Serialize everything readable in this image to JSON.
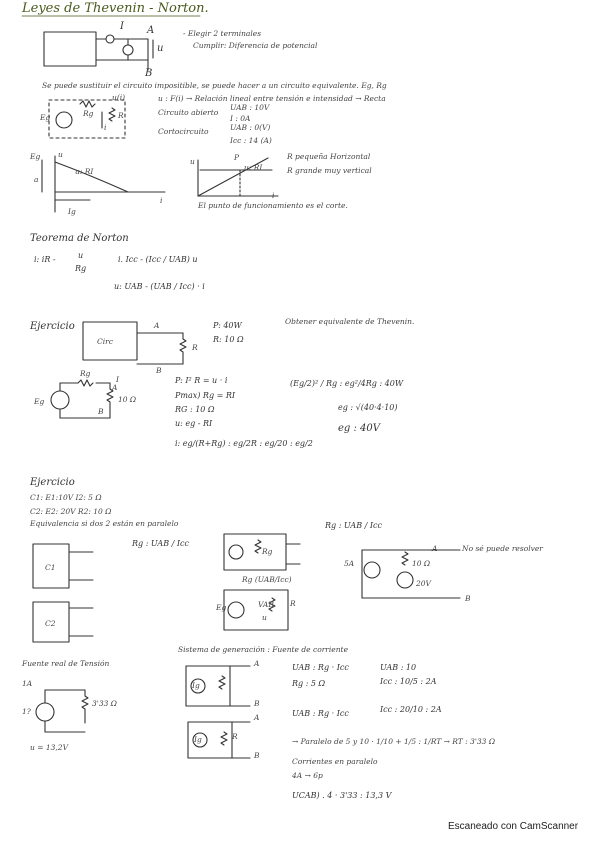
{
  "title": "Leyes de Thevenin - Norton.",
  "section1": {
    "top_fig_labels": [
      "I",
      "A",
      "u",
      "B"
    ],
    "top_notes": [
      "- Elegir 2 terminales",
      "Cumplir: Diferencia de potencial"
    ],
    "sub_text": "Se puede sustituir el circuito impositible, se puede hacer a un circuito equivalente. Eg, Rg",
    "fig2_labels": [
      "u(i)",
      "Rg",
      "Eg",
      "R",
      "i"
    ],
    "u_def": "u : F(i) → Relación lineal entre tensión e intensidad → Recta",
    "circuito_abierto": "Circuito abierto",
    "ca_vals": [
      "UAB : 10V",
      "I : 0A"
    ],
    "cortocircuito": "Cortocircuito",
    "cc_vals": [
      "UAB : 0(V)",
      "Icc : 14 (A)"
    ],
    "graph1_labels": [
      "Eg",
      "u",
      "a",
      "u: RI",
      "Ig",
      "i"
    ],
    "graph2_labels": [
      "u",
      "P",
      "u: RI",
      "i"
    ],
    "r_notes": [
      "R pequeña Horizontal",
      "R grande muy vertical"
    ],
    "punto_func": "El punto de funcionamiento es el corte."
  },
  "norton": {
    "heading": "Teorema de Norton",
    "eq1_left": "i: iR -",
    "eq1_frac": [
      "u",
      "Rg"
    ],
    "eq1_right": "i. Icc - (Icc / UAB) u",
    "eq2": "u: UAB - (UAB / Icc) · i"
  },
  "ejercicio1": {
    "heading": "Ejercicio",
    "block_label": "Circ",
    "terms": [
      "A",
      "B",
      "R"
    ],
    "givens": [
      "P: 40W",
      "R: 10 Ω"
    ],
    "task": "Obtener equivalente de Thevenin.",
    "circ2_labels": [
      "Rg",
      "I",
      "Eg",
      "A",
      "B",
      "10 Ω"
    ],
    "eqs": [
      "P: I² R = u · i",
      "Pmax) Rg = RI",
      "RG : 10 Ω",
      "u: eg - RI",
      "i: eg/(R+Rg) : eg/2R : eg/20 : eg/2"
    ],
    "right_eqs": [
      "(Eg/2)² / Rg : eg²/4Rg : 40W",
      "eg : √(40·4·10)",
      "eg : 40V"
    ]
  },
  "ejercicio2": {
    "heading": "Ejercicio",
    "c1": "C1: E1:10V   I2: 5 Ω",
    "c2": "C2: E2: 20V   R2: 10 Ω",
    "equiv": "Equivalencia si dos 2 están en paralelo",
    "rg_formula": "Rg : UAB / Icc",
    "c_labels": [
      "C1",
      "C2"
    ],
    "mid_labels": [
      "Rg",
      "Rg (UAB/Icc)",
      "Eg",
      "VAB",
      "u",
      "R"
    ],
    "rg_right": "Rg : UAB / Icc",
    "right_circ_labels": [
      "5A",
      "10 Ω",
      "20V",
      "A",
      "B"
    ],
    "no_resolver": "No sé puede resolver",
    "fuente_tension": "Fuente real de Tensión",
    "ft_labels": [
      "1A",
      "1?",
      "3'33 Ω"
    ],
    "u_val": "u = 13,2V",
    "sistema": "Sistema de generación : Fuente de corriente",
    "uab_eq": "UAB : Rg · Icc",
    "uab_val": "UAB : 10",
    "rg_val": "Rg : 5 Ω",
    "icc1": "Icc : 10/5 : 2A",
    "uab2": "UAB : Rg · Icc",
    "icc2": "Icc : 20/10 : 2A",
    "paralelo": "→ Paralelo de 5 y 10 · 1/10 + 1/5 : 1/RT → RT : 3'33 Ω",
    "corrientes": "Corrientes en paralelo",
    "corr_val": "4A → 6p",
    "ucab": "UCAB) . 4 · 3'33 : 13,3 V",
    "sg_labels": [
      "Ig",
      "A",
      "B",
      "Ig",
      "R",
      "A",
      "B"
    ]
  },
  "footer": "Escaneado con CamScanner",
  "ink_color": "#2a2a2a",
  "title_color": "#4a5a1e"
}
